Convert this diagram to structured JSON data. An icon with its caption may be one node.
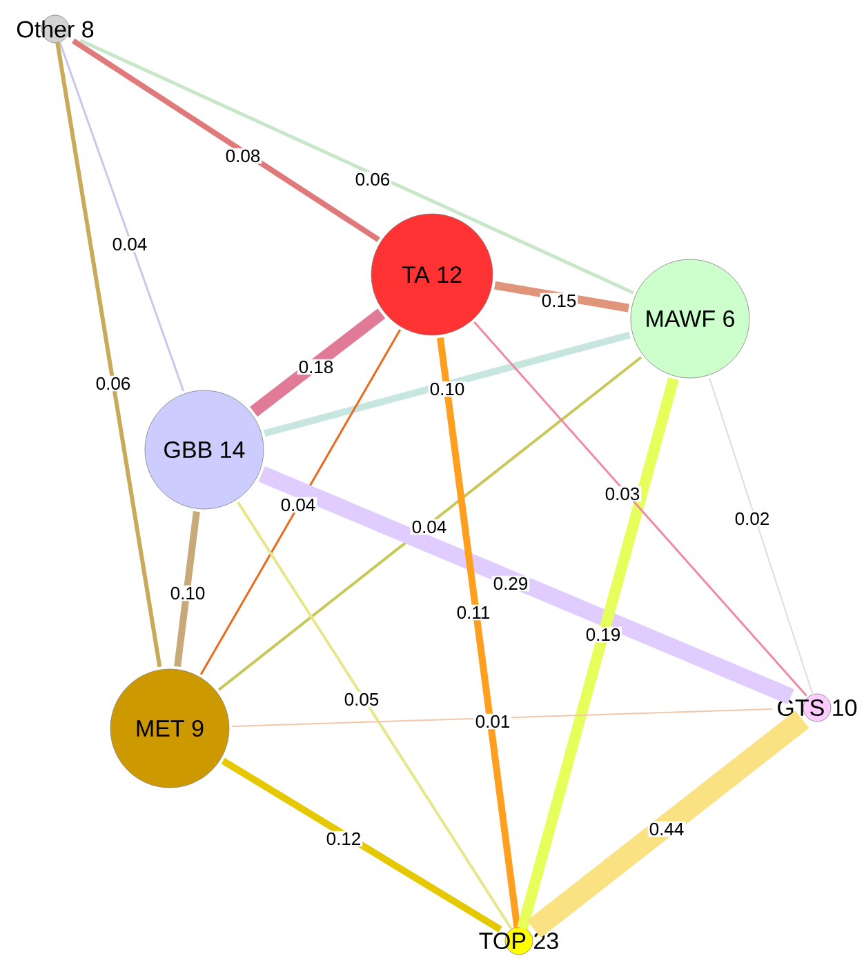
{
  "diagram": {
    "nodes": [
      {
        "text": [
          "Other 8"
        ]
      },
      {
        "text": [
          "TA 12"
        ]
      },
      {
        "text": [
          "MAWF 6"
        ]
      },
      {
        "text": [
          "GBB 14"
        ]
      },
      {
        "text": [
          "MET 9"
        ]
      },
      {
        "text": [
          "GTS 10"
        ]
      },
      {
        "text": [
          "TOP 23"
        ]
      }
    ],
    "edges": [
      {
        "from": 0,
        "to": 1,
        "arrow": "none",
        "label": "0.08",
        "color": "#e07a7a"
      },
      {
        "from": 0,
        "to": 2,
        "arrow": "none",
        "label": "0.06",
        "color": "#c8e6c8"
      },
      {
        "from": 0,
        "to": 3,
        "arrow": "none",
        "label": "0.04",
        "color": "#c8c8ee"
      },
      {
        "from": 0,
        "to": 4,
        "arrow": "none",
        "label": "0.06",
        "color": "#c8aa5a"
      },
      {
        "from": 1,
        "to": 2,
        "arrow": "none",
        "label": "0.15",
        "color": "#e0957a"
      },
      {
        "from": 1,
        "to": 3,
        "arrow": "none",
        "label": "0.18",
        "style": "thick",
        "color": "#e07a96"
      },
      {
        "from": 3,
        "to": 2,
        "arrow": "none",
        "label": "0.10",
        "color": "#c8e6e0"
      },
      {
        "from": 1,
        "to": 4,
        "arrow": "none",
        "label": "0.04",
        "color": "#e86a1a"
      },
      {
        "from": 2,
        "to": 4,
        "arrow": "none",
        "label": "0.04",
        "color": "#c8c85a"
      },
      {
        "from": 3,
        "to": 5,
        "arrow": "none",
        "label": "0.29",
        "style": "thick",
        "color": "#e0ccff"
      },
      {
        "from": 1,
        "to": 6,
        "arrow": "none",
        "label": "0.11",
        "color": "#ff9f1f"
      },
      {
        "from": 2,
        "to": 6,
        "arrow": "none",
        "label": "0.19",
        "style": "thick",
        "color": "#e6ff5a"
      },
      {
        "from": 1,
        "to": 5,
        "arrow": "none",
        "label": "0.03",
        "color": "#f08aa0"
      },
      {
        "from": 2,
        "to": 5,
        "arrow": "none",
        "label": "0.02",
        "color": "#dddddd"
      },
      {
        "from": 3,
        "to": 4,
        "arrow": "none",
        "label": "0.10",
        "color": "#c8aa78"
      },
      {
        "from": 3,
        "to": 6,
        "arrow": "none",
        "label": "0.05",
        "color": "#e6e68a"
      },
      {
        "from": 4,
        "to": 5,
        "arrow": "none",
        "label": "0.01",
        "color": "#f0c8a8"
      },
      {
        "from": 4,
        "to": 6,
        "arrow": "none",
        "label": "0.12",
        "color": "#e6c800"
      },
      {
        "from": 5,
        "to": 6,
        "arrow": "none",
        "label": "0.44",
        "style": "thick",
        "color": "#fae182"
      }
    ]
  }
}
